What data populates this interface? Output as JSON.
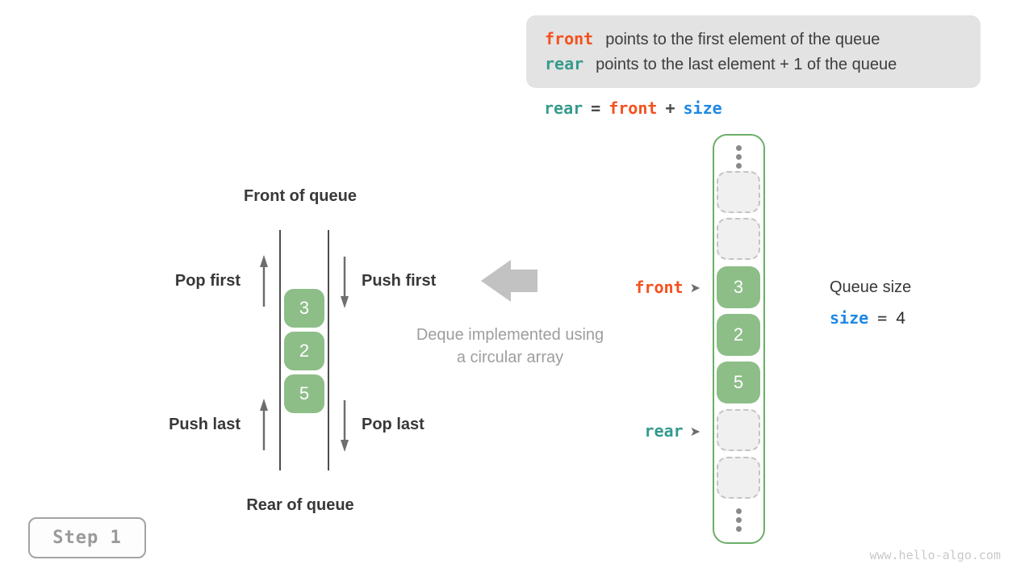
{
  "info_box": {
    "lines": [
      {
        "keyword": "front",
        "text": "points to the first element of the queue"
      },
      {
        "keyword": "rear",
        "text": "points to the last element + 1 of the queue"
      }
    ]
  },
  "formula": {
    "lhs": "rear",
    "eq": "=",
    "term1": "front",
    "op": "+",
    "term2": "size"
  },
  "deque_diagram": {
    "front_of_queue": "Front of queue",
    "rear_of_queue": "Rear of queue",
    "pop_first": "Pop first",
    "push_first": "Push first",
    "push_last": "Push last",
    "pop_last": "Pop last",
    "values": [
      "3",
      "2",
      "5"
    ]
  },
  "caption": {
    "line1": "Deque implemented using",
    "line2": "a circular array"
  },
  "array_panel": {
    "front_pointer": "front",
    "rear_pointer": "rear",
    "cells": [
      {
        "state": "empty",
        "value": ""
      },
      {
        "state": "empty",
        "value": ""
      },
      {
        "state": "filled",
        "value": "3"
      },
      {
        "state": "filled",
        "value": "2"
      },
      {
        "state": "filled",
        "value": "5"
      },
      {
        "state": "empty",
        "value": ""
      },
      {
        "state": "empty",
        "value": ""
      }
    ]
  },
  "queue_size": {
    "label": "Queue size",
    "keyword": "size",
    "eq": "=",
    "value": "4"
  },
  "step_badge": {
    "label": "Step 1"
  },
  "watermark": "www.hello-algo.com",
  "icons": {
    "pointer_arrow": "➤"
  },
  "colors": {
    "front_keyword": "#f4511e",
    "rear_keyword": "#349b8c",
    "size_keyword": "#1e88e5",
    "cell_green": "#8dbe88",
    "panel_border_green": "#6cae68",
    "info_box_bg": "#e3e3e3",
    "muted_text": "#9e9e9e",
    "dark_text": "#3a3a3a"
  }
}
